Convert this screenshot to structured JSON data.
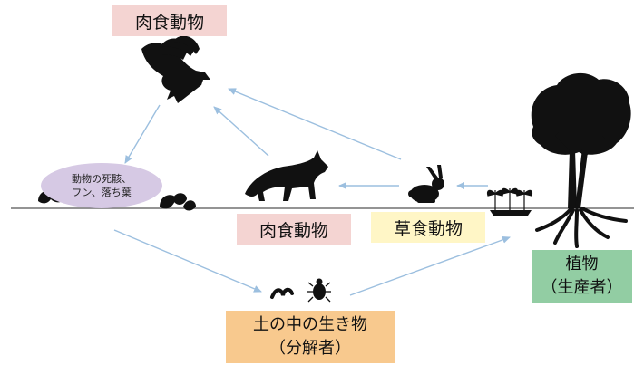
{
  "labels": {
    "top_carnivore": "肉食動物",
    "carnivore": "肉食動物",
    "herbivore": "草食動物",
    "plant_line1": "植物",
    "plant_line2": "（生産者）",
    "soil_line1": "土の中の生き物",
    "soil_line2": "（分解者）",
    "dead_line1": "動物の死骸、",
    "dead_line2": "フン、落ち葉"
  },
  "icons": [
    "hawk-icon",
    "fox-icon",
    "rabbit-icon",
    "tree-icon",
    "sprouts-icon",
    "leaf-icon",
    "worm-icon",
    "beetle-icon"
  ],
  "colors": {
    "carnivore_box": "#f4d4d2",
    "herbivore_box": "#fff6c6",
    "plant_box": "#92cda3",
    "soil_box": "#f8c98e",
    "dead_ellipse": "#d6c9e4",
    "arrow": "#9cbfdf",
    "silhouette": "#111111"
  }
}
